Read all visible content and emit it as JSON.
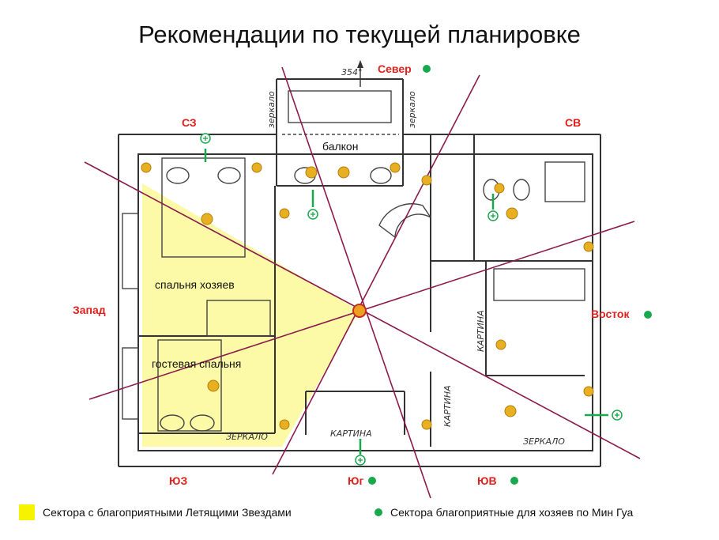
{
  "title": "Рекомендации по текущей планировке",
  "directions": {
    "north": "Север",
    "northeast": "СВ",
    "east": "Восток",
    "southeast": "ЮВ",
    "south": "Юг",
    "southwest": "ЮЗ",
    "west": "Запад",
    "northwest": "СЗ"
  },
  "compass_reading": "354°",
  "rooms": {
    "balcony": "балкон",
    "master_bedroom": "спальня хозяев",
    "guest_bedroom": "гостевая спальня"
  },
  "plan_notes": {
    "mirror_left": "зеркало",
    "mirror_right": "зеркало",
    "painting_bottom": "КАРТИНА",
    "painting_side": "КАРТИНА",
    "mirror_bottom_left": "ЗЕРКАЛО",
    "mirror_bottom_right": "ЗЕРКАЛО",
    "painting_vertical": "КАРТИНА"
  },
  "legend": {
    "yellow_label": "Сектора  с благоприятными Летящими Звездами",
    "green_label": "Сектора  благоприятные для хозяев по Мин Гуа"
  },
  "colors": {
    "yellow_sector": "#f7f200",
    "favorable_dot": "#1aa84c",
    "direction_text": "#e0201c",
    "sector_lines": "#8b1a4e",
    "furniture_marker": "#e8b020"
  }
}
